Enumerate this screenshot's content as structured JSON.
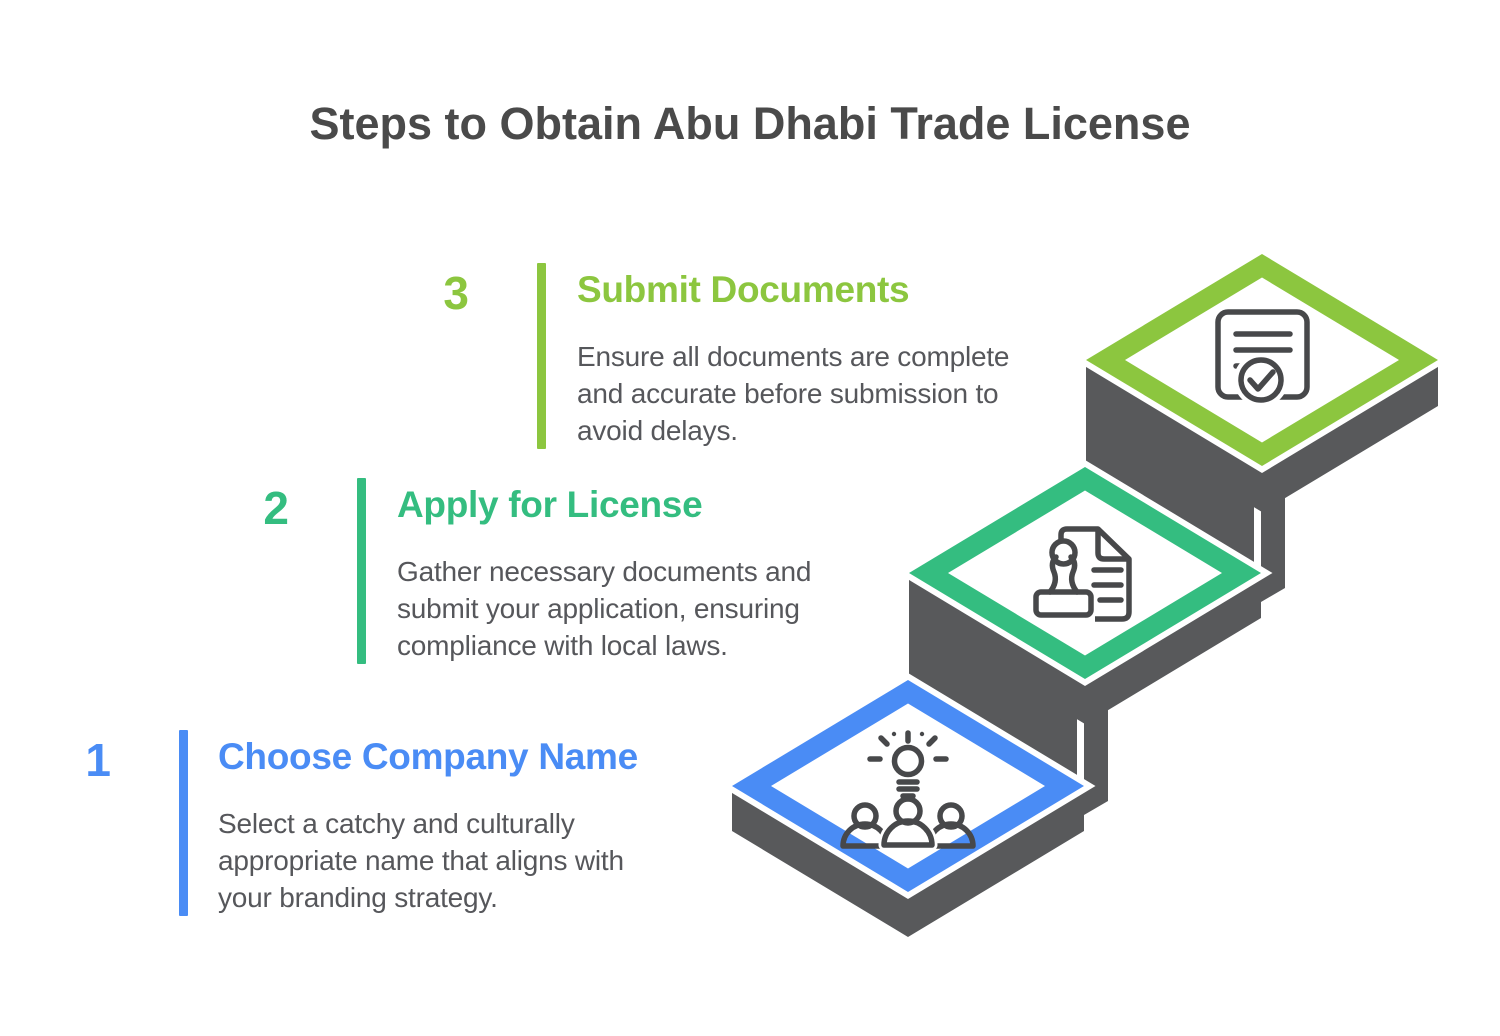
{
  "title": "Steps to Obtain Abu Dhabi Trade License",
  "steps": [
    {
      "number": "1",
      "heading": "Choose Company Name",
      "description": "Select a catchy and culturally\nappropriate name that aligns with\nyour branding strategy.",
      "color": "#4a8cf5",
      "icon": "idea-team-icon"
    },
    {
      "number": "2",
      "heading": "Apply for License",
      "description": "Gather necessary documents and\nsubmit your application, ensuring\ncompliance with local laws.",
      "color": "#34bd80",
      "icon": "stamp-document-icon"
    },
    {
      "number": "3",
      "heading": "Submit Documents",
      "description": "Ensure all documents are complete\nand accurate before submission to\navoid delays.",
      "color": "#8cc63f",
      "icon": "document-check-icon"
    }
  ],
  "colors": {
    "step1_blue": "#4a8cf5",
    "step2_green": "#34bd80",
    "step3_lime": "#8cc63f",
    "platform_gray": "#58595b",
    "title_text": "#4a4a4a",
    "body_text": "#56575b",
    "icon_stroke": "#47484a"
  }
}
